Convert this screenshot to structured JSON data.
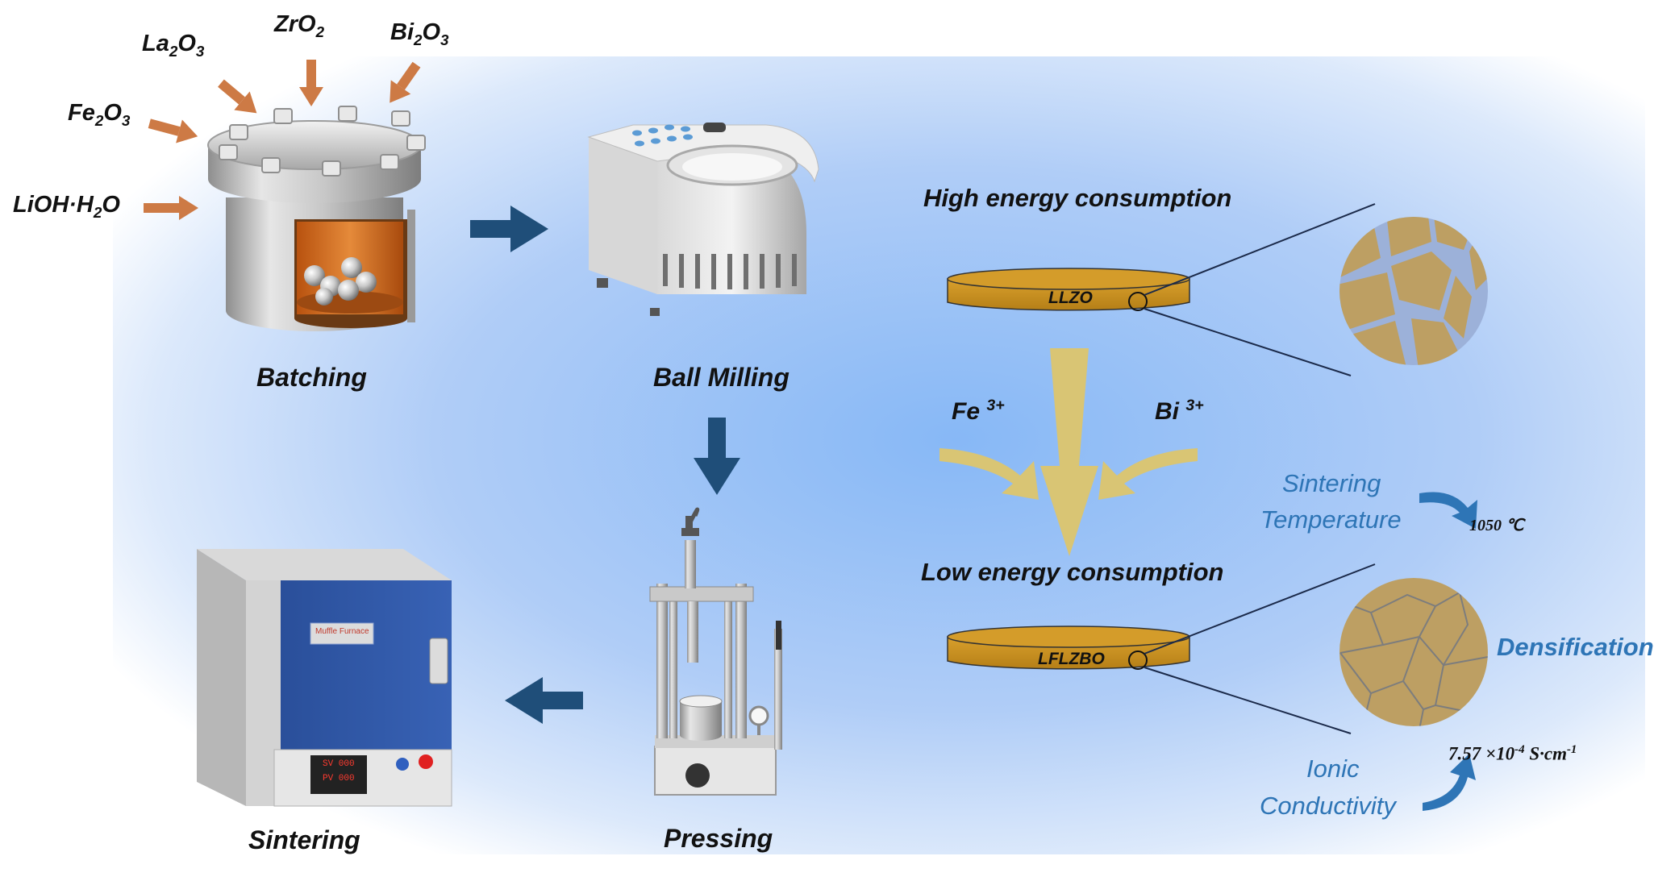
{
  "reagents": [
    {
      "base": "La",
      "sub1": "2",
      "mid": "O",
      "sub2": "3"
    },
    {
      "base": "ZrO",
      "sub1": "2",
      "mid": "",
      "sub2": ""
    },
    {
      "base": "Bi",
      "sub1": "2",
      "mid": "O",
      "sub2": "3"
    },
    {
      "base": "Fe",
      "sub1": "2",
      "mid": "O",
      "sub2": "3"
    },
    {
      "base": "LiOH·H",
      "sub1": "2",
      "mid": "O",
      "sub2": ""
    }
  ],
  "steps": {
    "batching": "Batching",
    "ball_milling": "Ball Milling",
    "pressing": "Pressing",
    "sintering": "Sintering"
  },
  "furnace": {
    "nameplate": "Muffle Furnace",
    "sv": "SV  000",
    "pv": "PV  000"
  },
  "pellets": {
    "high_title": "High energy consumption",
    "high_label": "LLZO",
    "low_title": "Low energy consumption",
    "low_label": "LFLZBO"
  },
  "dopants": {
    "fe": {
      "base": "Fe",
      "charge": "3+"
    },
    "bi": {
      "base": "Bi",
      "charge": "3+"
    }
  },
  "properties": {
    "sintering_line1": "Sintering",
    "sintering_line2": "Temperature",
    "temperature": "1050 ℃",
    "densification": "Densification",
    "ionic_line1": "Ionic",
    "ionic_line2": "Conductivity",
    "cond_mantissa": "7.57",
    "cond_times": "×10",
    "cond_exp": "-4",
    "cond_unit": "S·cm",
    "cond_unit_exp": "-1"
  },
  "colors": {
    "background_glow": "#8fbcf5",
    "reagent_arrow": "#cd7a45",
    "flow_arrow": "#1f4e79",
    "dopant_arrow": "#d9c574",
    "pellet": "#d39b28",
    "grain": "#bd9f63",
    "grain_boundary_gap": "#9cb1d9",
    "label_blue": "#2e75b6",
    "furnace_door": "#2f55a3"
  }
}
